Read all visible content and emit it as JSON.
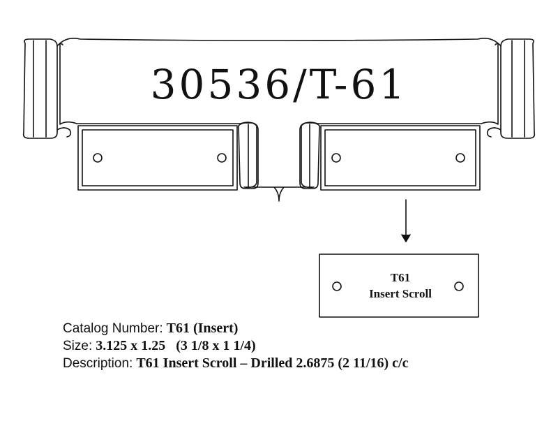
{
  "title": "30536/T-61",
  "insert": {
    "line1": "T61",
    "line2": "Insert Scroll"
  },
  "info": {
    "catalog_label": "Catalog Number:",
    "catalog_value": "T61 (Insert)",
    "size_label": "Size:",
    "size_value": "3.125 x 1.25",
    "size_fraction": "(3 1/8 x 1 1/4)",
    "description_label": "Description:",
    "description_value": "T61 Insert Scroll – Drilled 2.6875 (2 11/16) c/c"
  },
  "colors": {
    "line": "#111111",
    "background": "#ffffff"
  }
}
